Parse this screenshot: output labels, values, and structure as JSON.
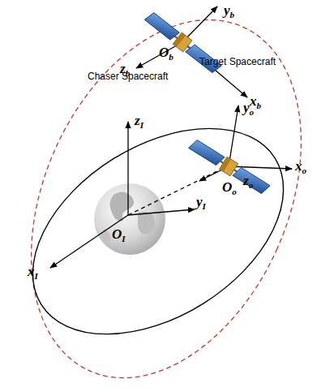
{
  "diagram": {
    "labels": [
      "Target Spacecraft",
      "yb",
      "zb",
      "xb",
      "Ob",
      "Chaser Spacecraft",
      "yo",
      "xo",
      "zo",
      "Oo",
      "zI",
      "yI",
      "xI",
      "OI"
    ]
  }
}
